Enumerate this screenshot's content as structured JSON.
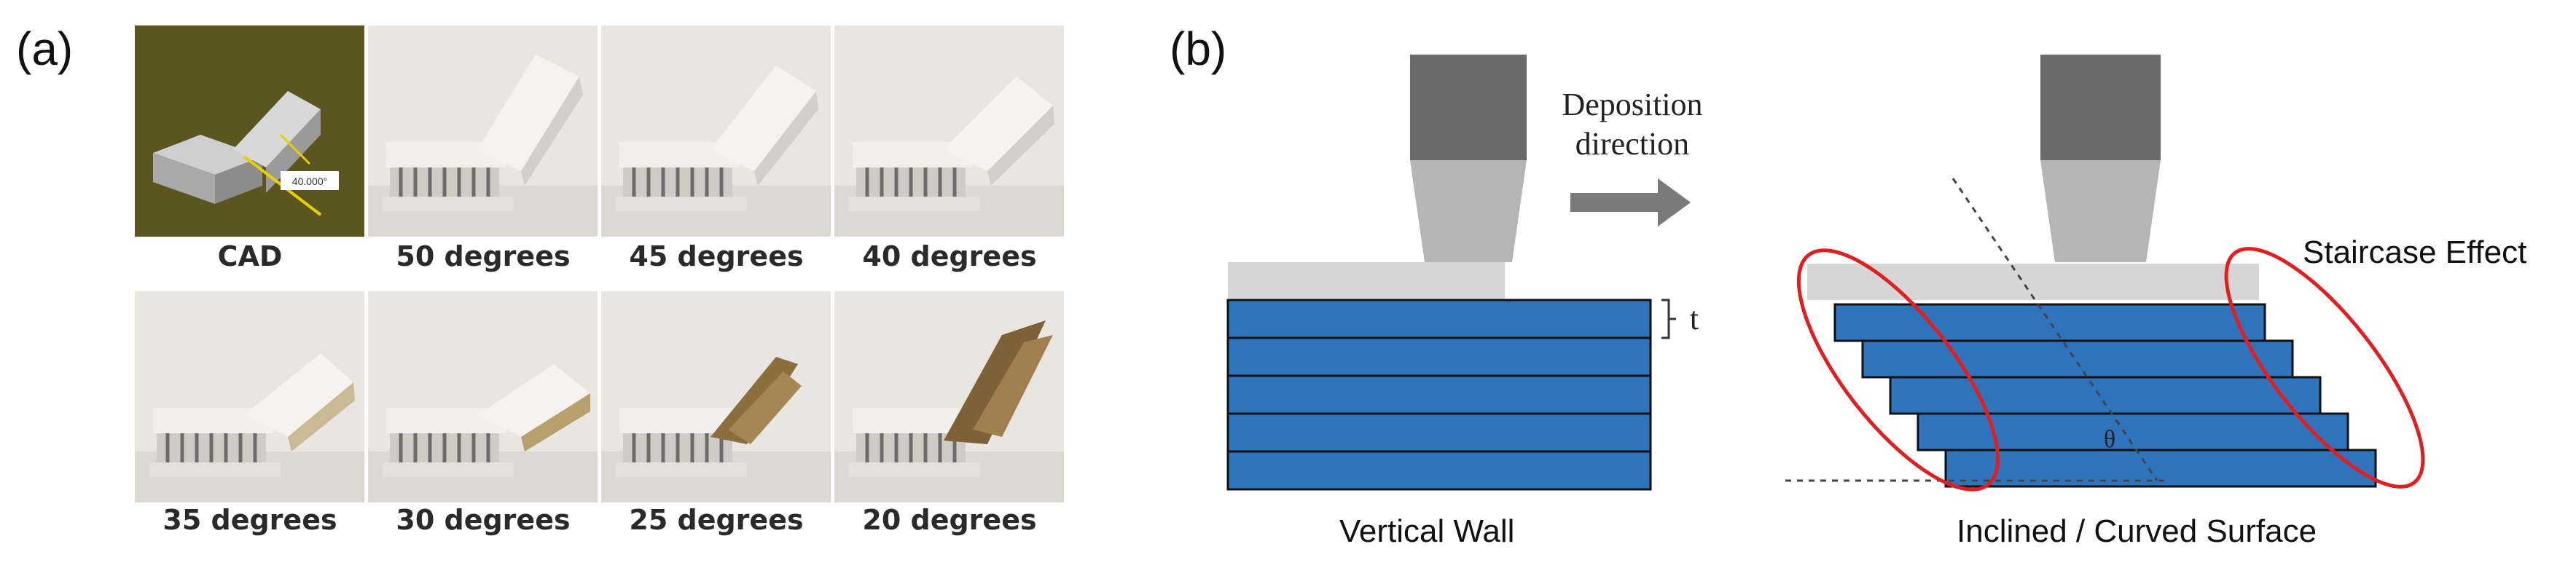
{
  "panel_a": {
    "label": "(a)",
    "cad_dimension": "40.000°",
    "captions": [
      "CAD",
      "50 degrees",
      "45 degrees",
      "40 degrees",
      "35 degrees",
      "30 degrees",
      "25 degrees",
      "20 degrees"
    ]
  },
  "panel_b": {
    "label": "(b)",
    "arrow_label_line1": "Deposition",
    "arrow_label_line2": "direction",
    "layer_thickness": "t",
    "angle_symbol": "θ",
    "staircase_label": "Staircase Effect",
    "left_caption": "Vertical Wall",
    "right_caption": "Inclined / Curved Surface"
  },
  "colors": {
    "cad_background": "#5b5520",
    "layer_blue": "#2f73bd",
    "nozzle_dark": "#6b6b6b",
    "nozzle_light": "#b5b5b5",
    "ellipse_red": "#e02020"
  }
}
